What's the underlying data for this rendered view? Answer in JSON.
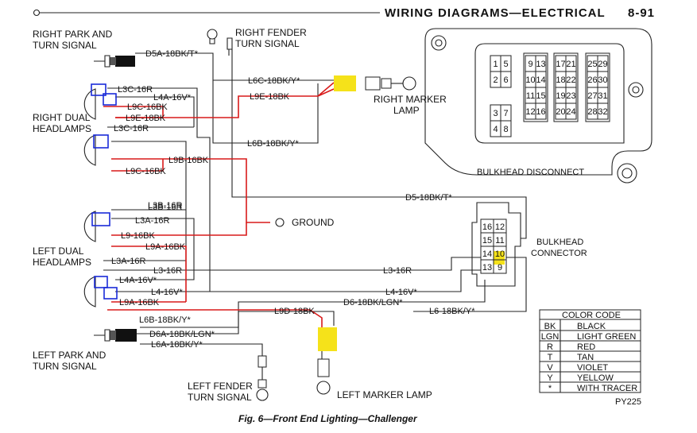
{
  "header": {
    "title": "WIRING DIAGRAMS—ELECTRICAL",
    "page": "8-91"
  },
  "caption": "Fig. 6—Front End Lighting—Challenger",
  "code": "PY225",
  "components": {
    "right_park": "RIGHT PARK AND\nTURN SIGNAL",
    "right_fender": "RIGHT FENDER\nTURN SIGNAL",
    "right_dual": "RIGHT DUAL\nHEADLAMPS",
    "right_marker": "RIGHT MARKER\nLAMP",
    "ground": "GROUND",
    "left_dual": "LEFT DUAL\nHEADLAMPS",
    "left_park": "LEFT PARK AND\nTURN SIGNAL",
    "left_fender": "LEFT FENDER\nTURN SIGNAL",
    "left_marker": "LEFT MARKER LAMP",
    "bulkhead_disconnect": "BULKHEAD DISCONNECT",
    "bulkhead_connector": "BULKHEAD\nCONNECTOR"
  },
  "wires": [
    "D5A-18BK/T*",
    "L6C-18BK/Y*",
    "L3C-16R",
    "L4A-16V*",
    "L9E-18BK",
    "L9C-16BK",
    "L9E-18BK",
    "L3C-16R",
    "L6B-18BK/Y*",
    "L3B-16R",
    "L9B-16BK",
    "L9C-16BK",
    "D5-18BK/T*",
    "L3B-16R",
    "L3A-16R",
    "L9-16BK",
    "L9A-16BK",
    "L3A-16R",
    "L3-16R",
    "L4A-16V*",
    "L4-16V*",
    "L9A-16BK",
    "D6-18BK/LGN*",
    "L4-16V*",
    "L3-16R",
    "L9D-18BK",
    "L6-18BK/Y*",
    "L6B-18BK/Y*",
    "D6A-18BK/LGN*",
    "L6A-18BK/Y*"
  ],
  "bulkhead_pins": [
    "1",
    "5",
    "2",
    "6",
    "3",
    "7",
    "4",
    "8",
    "9",
    "13",
    "10",
    "14",
    "11",
    "15",
    "12",
    "16",
    "17",
    "21",
    "18",
    "22",
    "19",
    "23",
    "20",
    "24",
    "25",
    "29",
    "26",
    "30",
    "27",
    "31",
    "28",
    "32"
  ],
  "connector_pins": [
    "16",
    "12",
    "15",
    "11",
    "14",
    "10",
    "13",
    "9"
  ],
  "color_code": {
    "title": "COLOR CODE",
    "rows": [
      {
        "code": "BK",
        "name": "BLACK"
      },
      {
        "code": "LGN",
        "name": "LIGHT GREEN"
      },
      {
        "code": "R",
        "name": "RED"
      },
      {
        "code": "T",
        "name": "TAN"
      },
      {
        "code": "V",
        "name": "VIOLET"
      },
      {
        "code": "Y",
        "name": "YELLOW"
      },
      {
        "code": "*",
        "name": "WITH TRACER"
      }
    ]
  },
  "colors": {
    "red_wire": "#d81a1a",
    "highlight": "#f5e21a",
    "outline": "#1a2bd8"
  }
}
